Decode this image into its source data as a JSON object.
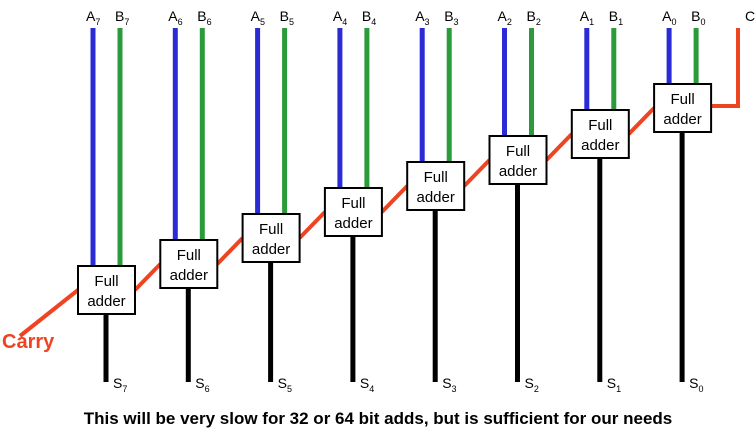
{
  "colors": {
    "a_wire": "#2b2bd6",
    "b_wire": "#2a9a3a",
    "carry_wire": "#ee4422",
    "sum_wire": "#000000",
    "carry_label": "#ee4422"
  },
  "diagram": {
    "box_label_line1": "Full",
    "box_label_line2": "adder",
    "carry_in_label": "Carry",
    "carry_out_label": "C",
    "bits": [
      {
        "a_label": "A",
        "b_label": "B",
        "s_label": "S",
        "index": "7"
      },
      {
        "a_label": "A",
        "b_label": "B",
        "s_label": "S",
        "index": "6"
      },
      {
        "a_label": "A",
        "b_label": "B",
        "s_label": "S",
        "index": "5"
      },
      {
        "a_label": "A",
        "b_label": "B",
        "s_label": "S",
        "index": "4"
      },
      {
        "a_label": "A",
        "b_label": "B",
        "s_label": "S",
        "index": "3"
      },
      {
        "a_label": "A",
        "b_label": "B",
        "s_label": "S",
        "index": "2"
      },
      {
        "a_label": "A",
        "b_label": "B",
        "s_label": "S",
        "index": "1"
      },
      {
        "a_label": "A",
        "b_label": "B",
        "s_label": "S",
        "index": "0"
      }
    ]
  },
  "caption": "This will be very slow for 32 or 64 bit adds, but is sufficient for our needs"
}
